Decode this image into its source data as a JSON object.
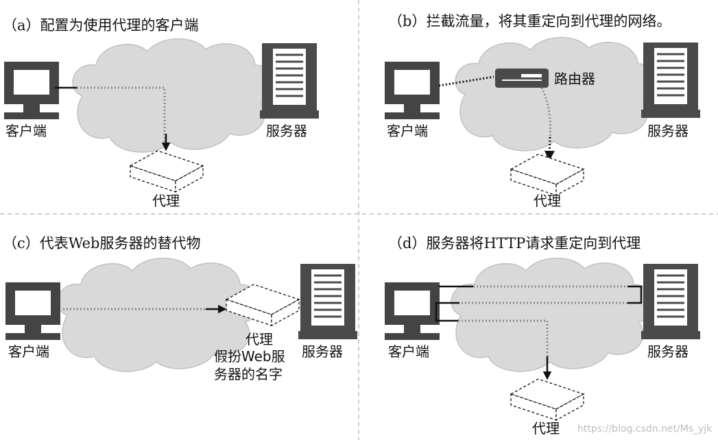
{
  "panels": {
    "a": {
      "caption": "（a）配置为使用代理的客户端",
      "client": "客户端",
      "server": "服务器",
      "proxy": "代理"
    },
    "b": {
      "caption": "（b）拦截流量，将其重定向到代理的网络。",
      "router": "路由器",
      "client": "客户端",
      "server": "服务器",
      "proxy": "代理"
    },
    "c": {
      "caption": "（c）代表Web服务器的替代物",
      "client": "客户端",
      "server": "服务器",
      "proxy_lines": [
        "代理",
        "假扮Web服",
        "务器的名字"
      ]
    },
    "d": {
      "caption": "（d）服务器将HTTP请求重定向到代理",
      "client": "客户端",
      "server": "服务器",
      "proxy": "代理"
    }
  },
  "watermark": "https://blog.csdn.net/Ms_yjk"
}
